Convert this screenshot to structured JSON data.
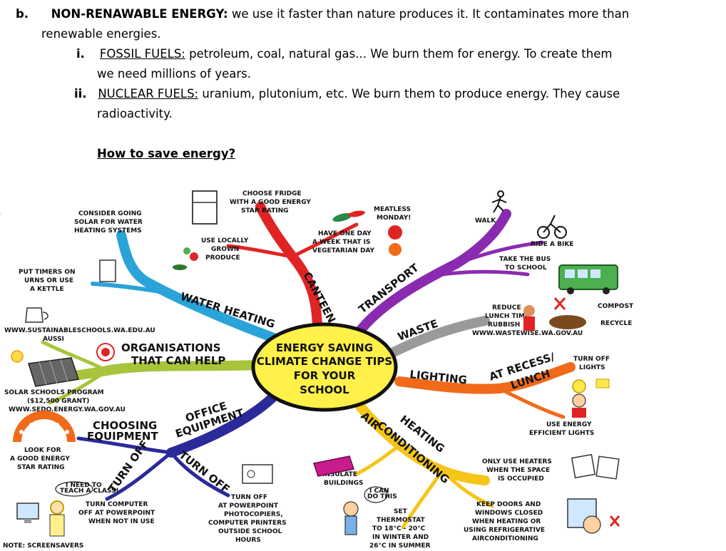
{
  "document": {
    "item_b": {
      "marker": "b.",
      "heading": "NON-RENAWABLE ENERGY:",
      "text": "we use it faster than nature produces it. It contaminates more than",
      "text_cont": "renewable energies."
    },
    "item_i": {
      "marker": "i.",
      "heading": "FOSSIL FUELS:",
      "text": "petroleum, coal, natural gas... We burn them for energy. To create them",
      "text_cont": "we need millions of years."
    },
    "item_ii": {
      "marker": "ii.",
      "heading": "NUCLEAR FUELS:",
      "text": "uranium, plutonium, etc. We burn them to produce energy. They cause",
      "text_cont": "radioactivity."
    },
    "subheading": "How to save energy?"
  },
  "mindmap": {
    "center": [
      "ENERGY SAVING",
      "CLIMATE CHANGE TIPS",
      "FOR YOUR",
      "SCHOOL"
    ],
    "branches": {
      "water_heating": "WATER HEATING",
      "organisations": [
        "ORGANISATIONS",
        "THAT CAN HELP"
      ],
      "office_equipment": [
        "OFFICE",
        "EQUIPMENT"
      ],
      "canteen": "CANTEEN",
      "transport": "TRANSPORT",
      "waste": "WASTE",
      "lighting": "LIGHTING",
      "air_heating": [
        "HEATING",
        "AIR",
        "CONDITIONING"
      ]
    },
    "sub_branches": {
      "choosing_equipment": [
        "CHOOSING",
        "EQUIPMENT"
      ],
      "turn_off_left": "TURN OFF",
      "turn_off_right": "TURN OFF",
      "at_recess": [
        "AT RECESS/",
        "LUNCH"
      ]
    },
    "leaves": {
      "solar": [
        "CONSIDER GOING",
        "SOLAR FOR WATER",
        "HEATING SYSTEMS"
      ],
      "timers": [
        "PUT TIMERS ON",
        "URNS OR USE",
        "A KETTLE"
      ],
      "website": [
        "WWW.SUSTAINABLESCHOOLS.WA.EDU.AU",
        "AUSSI"
      ],
      "solar_program": [
        "SOLAR SCHOOLS PROGRAM",
        "($12,500 GRANT)",
        "WWW.SEDO.ENERGY.WA.GOV.AU"
      ],
      "look_for": [
        "LOOK FOR",
        "A GOOD ENERGY",
        "STAR RATING"
      ],
      "turn_computer": [
        "TURN COMPUTER",
        "OFF AT POWERPOINT",
        "WHEN NOT IN USE"
      ],
      "screensavers": "NOTE: SCREENSAVERS",
      "photocopiers": [
        "TURN OFF",
        "AT POWERPOINT",
        "PHOTOCOPIERS,",
        "COMPUTER PRINTERS",
        "OUTSIDE SCHOOL",
        "HOURS"
      ],
      "fridge": [
        "CHOOSE FRIDGE",
        "WITH A GOOD ENERGY",
        "STAR RATING"
      ],
      "local": [
        "USE LOCALLY",
        "GROWN",
        "PRODUCE"
      ],
      "meatless": [
        "MEATLESS",
        "MONDAY!"
      ],
      "vegetarian": [
        "HAVE ONE DAY",
        "A WEEK THAT IS",
        "VEGETARIAN DAY"
      ],
      "walk": "WALK",
      "bike": "RIDE A BIKE",
      "bus": [
        "TAKE THE BUS",
        "TO SCHOOL"
      ],
      "rubbish": [
        "REDUCE",
        "LUNCH TIME",
        "RUBBISH",
        "WWW.WASTEWISE.WA.GOV.AU"
      ],
      "compost": "COMPOST",
      "recycle": "RECYCLE",
      "lights": [
        "TURN OFF",
        "LIGHTS"
      ],
      "efficient": [
        "USE ENERGY",
        "EFFICIENT LIGHTS"
      ],
      "insulate": [
        "INSULATE",
        "BUILDINGS"
      ],
      "heaters": [
        "ONLY USE HEATERS",
        "WHEN THE SPACE",
        "IS OCCUPIED"
      ],
      "doors": [
        "KEEP DOORS AND",
        "WINDOWS CLOSED",
        "WHEN HEATING OR",
        "USING REFRIGERATIVE",
        "AIRCONDITIONING"
      ],
      "thermostat": [
        "SET",
        "THERMOSTAT",
        "TO 18°C - 20°C",
        "IN WINTER AND",
        "26°C IN SUMMER"
      ],
      "i_can": [
        "I CAN",
        "DO THIS"
      ],
      "teach": [
        "I NEED TO",
        "TEACH A CLASS!"
      ]
    }
  },
  "colors": {
    "water": "#2aa3d8",
    "org": "#a8c43a",
    "office": "#2a2a9a",
    "canteen": "#e02424",
    "transport": "#8a2ab0",
    "waste": "#9a9a9a",
    "lighting": "#f06a1a",
    "air": "#f5c518",
    "center": "#fff04a"
  }
}
